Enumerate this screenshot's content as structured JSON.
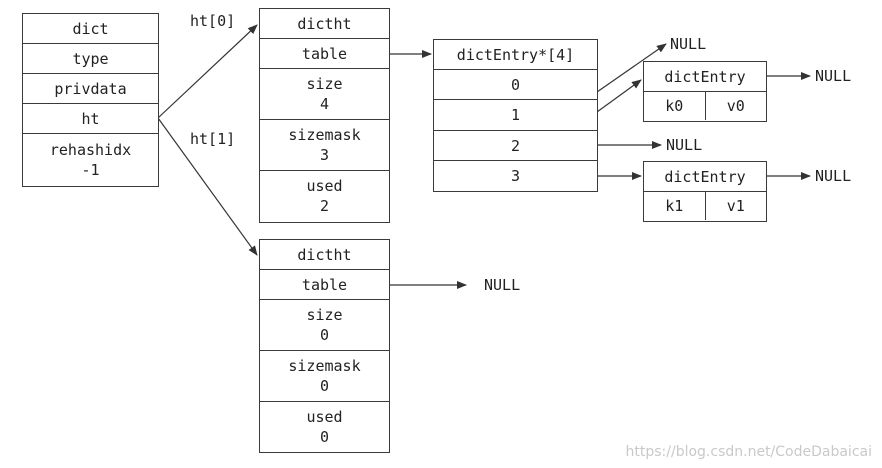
{
  "dict": {
    "title": "dict",
    "fields": [
      "type",
      "privdata",
      "ht"
    ],
    "rehashidx_label": "rehashidx",
    "rehashidx_value": "-1"
  },
  "ht0_label": "ht[0]",
  "ht1_label": "ht[1]",
  "dictht0": {
    "title": "dictht",
    "table_label": "table",
    "size_label": "size",
    "size_value": "4",
    "sizemask_label": "sizemask",
    "sizemask_value": "3",
    "used_label": "used",
    "used_value": "2"
  },
  "dictht1": {
    "title": "dictht",
    "table_label": "table",
    "size_label": "size",
    "size_value": "0",
    "sizemask_label": "sizemask",
    "sizemask_value": "0",
    "used_label": "used",
    "used_value": "0"
  },
  "table_array": {
    "title": "dictEntry*[4]",
    "slots": [
      "0",
      "1",
      "2",
      "3"
    ]
  },
  "entry0": {
    "title": "dictEntry",
    "key": "k0",
    "value": "v0"
  },
  "entry1": {
    "title": "dictEntry",
    "key": "k1",
    "value": "v1"
  },
  "null_text": "NULL",
  "watermark": "https://blog.csdn.net/CodeDabaicai"
}
